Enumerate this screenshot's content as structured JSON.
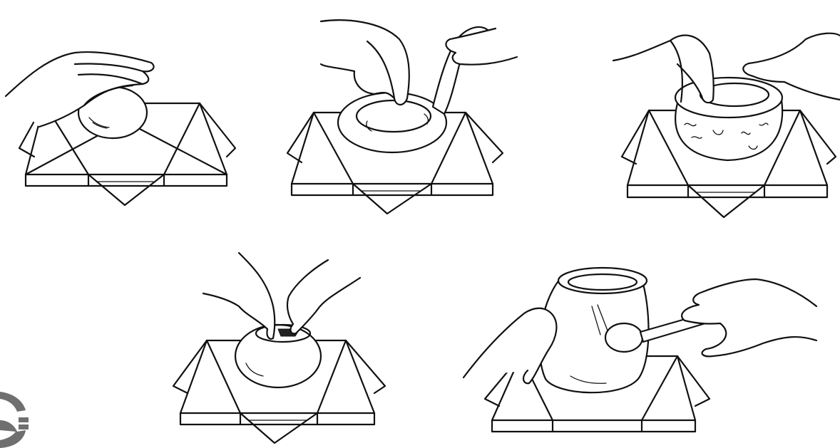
{
  "illustration": {
    "steps": [
      {
        "id": 1,
        "subject": "hand-cupping-clay-ball"
      },
      {
        "id": 2,
        "subject": "hands-adding-clay-coil"
      },
      {
        "id": 3,
        "subject": "hands-pinching-pot-wall"
      },
      {
        "id": 4,
        "subject": "fingers-pressing-inside-pot"
      },
      {
        "id": 5,
        "subject": "spoon-smoothing-pot-surface"
      }
    ],
    "colors": {
      "line": "#111111",
      "background": "#ffffff",
      "logo": "#6f6f6f"
    }
  }
}
